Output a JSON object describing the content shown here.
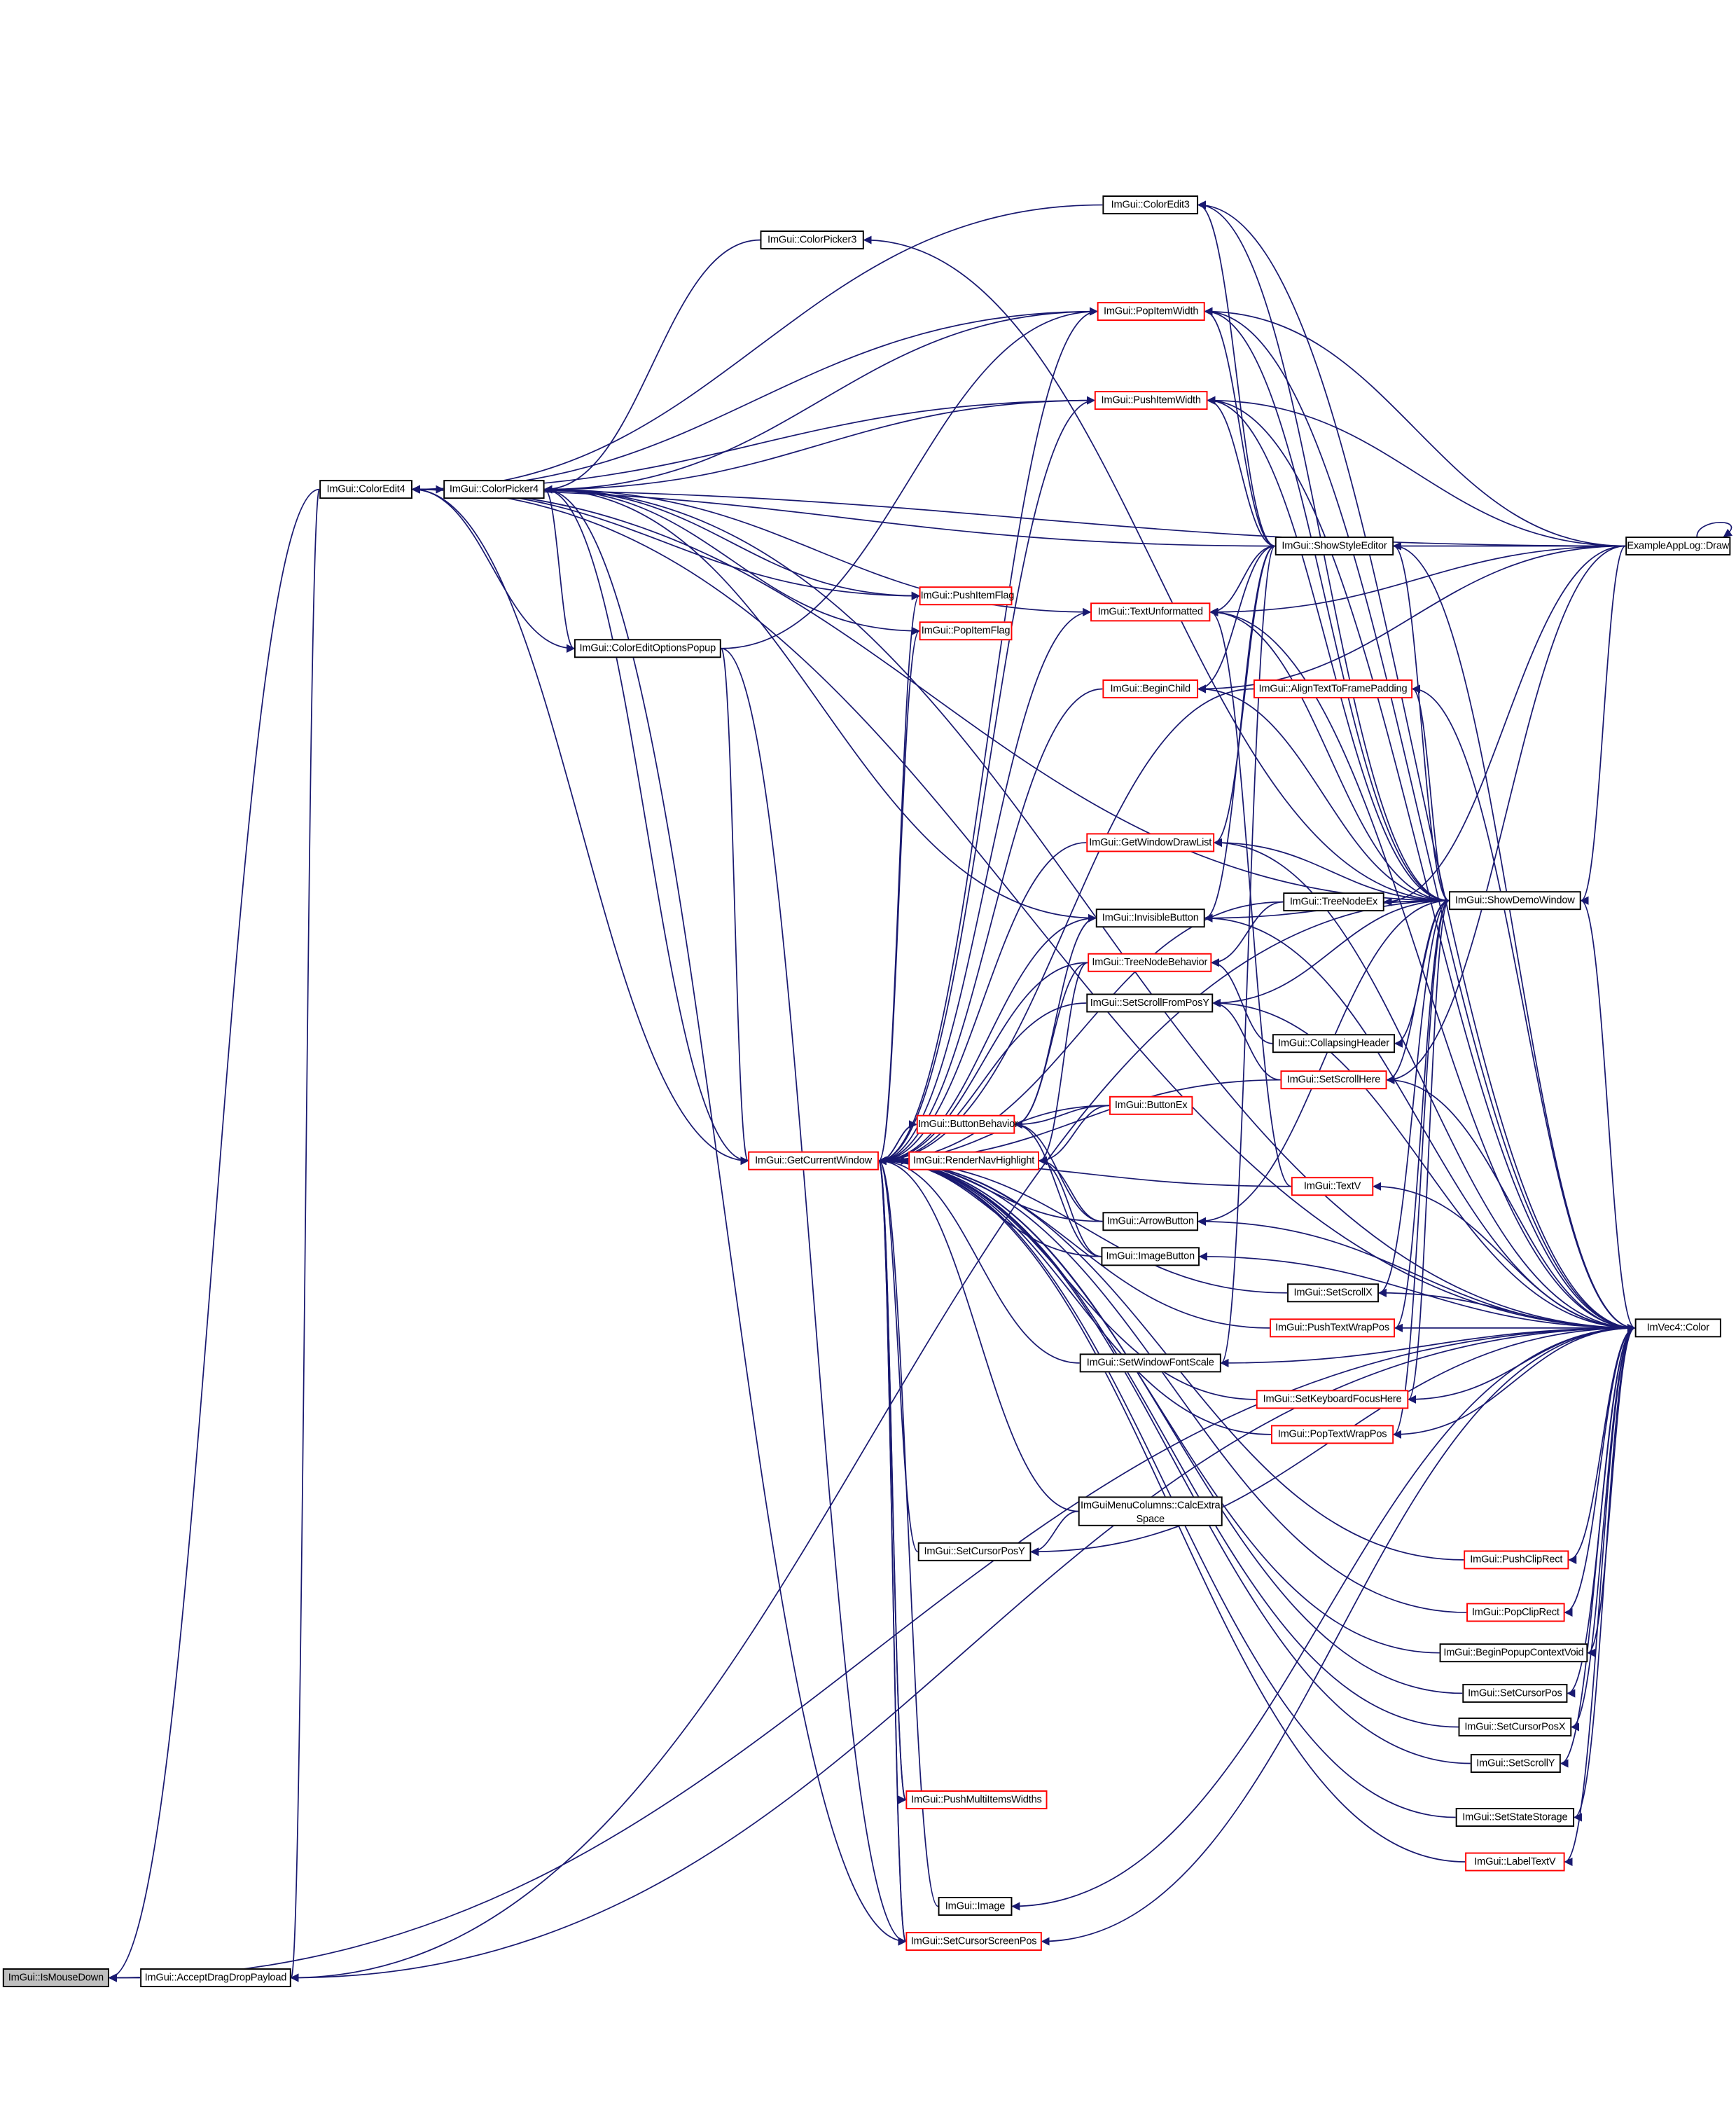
{
  "title": "ImGui::IsMouseDown caller graph",
  "colors": {
    "edge": "#191970",
    "border": "#000000",
    "incomplete_border": "#ff0000",
    "focus_fill": "#bfbfbf"
  },
  "nodes": {
    "IsMouseDown": "ImGui::IsMouseDown",
    "AcceptDragDropPayload": "ImGui::AcceptDragDropPayload",
    "ColorEdit4": "ImGui::ColorEdit4",
    "ColorPicker4": "ImGui::ColorPicker4",
    "ColorPicker3": "ImGui::ColorPicker3",
    "ColorEditOptionsPopup": "ImGui::ColorEditOptionsPopup",
    "GetCurrentWindow": "ImGui::GetCurrentWindow",
    "ColorEdit3": "ImGui::ColorEdit3",
    "PopItemWidth": "ImGui::PopItemWidth",
    "PushItemWidth": "ImGui::PushItemWidth",
    "PushItemFlag": "ImGui::PushItemFlag",
    "PopItemFlag": "ImGui::PopItemFlag",
    "TextUnformatted": "ImGui::TextUnformatted",
    "BeginChild": "ImGui::BeginChild",
    "GetWindowDrawList": "ImGui::GetWindowDrawList",
    "InvisibleButton": "ImGui::InvisibleButton",
    "TreeNodeBehavior": "ImGui::TreeNodeBehavior",
    "SetScrollFromPosY": "ImGui::SetScrollFromPosY",
    "ButtonEx": "ImGui::ButtonEx",
    "ButtonBehavior": "ImGui::ButtonBehavior",
    "RenderNavHighlight": "ImGui::RenderNavHighlight",
    "ArrowButton": "ImGui::ArrowButton",
    "ImageButton": "ImGui::ImageButton",
    "ShowStyleEditor": "ImGui::ShowStyleEditor",
    "AlignTextToFramePadding": "ImGui::AlignTextToFramePadding",
    "TreeNodeEx": "ImGui::TreeNodeEx",
    "CollapsingHeader": "ImGui::CollapsingHeader",
    "SetScrollHere": "ImGui::SetScrollHere",
    "TextV": "ImGui::TextV",
    "SetScrollX": "ImGui::SetScrollX",
    "PushTextWrapPos": "ImGui::PushTextWrapPos",
    "SetWindowFontScale": "ImGui::SetWindowFontScale",
    "SetKeyboardFocusHere": "ImGui::SetKeyboardFocusHere",
    "PopTextWrapPos": "ImGui::PopTextWrapPos",
    "CalcExtraSpace": "ImGuiMenuColumns::CalcExtra Space",
    "SetCursorPosY": "ImGui::SetCursorPosY",
    "PushClipRect": "ImGui::PushClipRect",
    "PopClipRect": "ImGui::PopClipRect",
    "BeginPopupContextVoid": "ImGui::BeginPopupContextVoid",
    "SetCursorPos": "ImGui::SetCursorPos",
    "SetCursorPosX": "ImGui::SetCursorPosX",
    "SetScrollY": "ImGui::SetScrollY",
    "PushMultiItemsWidths": "ImGui::PushMultiItemsWidths",
    "SetStateStorage": "ImGui::SetStateStorage",
    "LabelTextV": "ImGui::LabelTextV",
    "Image": "ImGui::Image",
    "SetCursorScreenPos": "ImGui::SetCursorScreenPos",
    "ShowDemoWindow": "ImGui::ShowDemoWindow",
    "ExampleAppLogDraw": "ExampleAppLog::Draw",
    "ImVec4Color": "ImVec4::Color"
  },
  "edges": [
    [
      "AcceptDragDropPayload",
      "IsMouseDown"
    ],
    [
      "ColorEdit4",
      "IsMouseDown"
    ],
    [
      "ImVec4Color",
      "IsMouseDown"
    ],
    [
      "ColorEdit4",
      "AcceptDragDropPayload"
    ],
    [
      "ImVec4Color",
      "AcceptDragDropPayload"
    ],
    [
      "ShowDemoWindow",
      "AcceptDragDropPayload"
    ],
    [
      "ColorPicker4",
      "ColorEdit4"
    ],
    [
      "ColorEdit4",
      "ColorPicker4"
    ],
    [
      "ColorEdit3",
      "ColorEdit4"
    ],
    [
      "ShowStyleEditor",
      "ColorEdit4"
    ],
    [
      "ExampleAppLogDraw",
      "ColorEdit4"
    ],
    [
      "ShowDemoWindow",
      "ColorEdit4"
    ],
    [
      "ImVec4Color",
      "ColorEdit4"
    ],
    [
      "ColorPicker3",
      "ColorPicker4"
    ],
    [
      "ShowDemoWindow",
      "ColorPicker3"
    ],
    [
      "ColorEdit4",
      "ColorEditOptionsPopup"
    ],
    [
      "ColorPicker4",
      "ColorEditOptionsPopup"
    ],
    [
      "ColorEdit4",
      "PopItemWidth"
    ],
    [
      "ColorPicker4",
      "PopItemWidth"
    ],
    [
      "ColorEditOptionsPopup",
      "PopItemWidth"
    ],
    [
      "ColorEdit4",
      "PushItemWidth"
    ],
    [
      "ColorPicker4",
      "PushItemWidth"
    ],
    [
      "ColorEdit4",
      "GetCurrentWindow"
    ],
    [
      "ColorPicker4",
      "GetCurrentWindow"
    ],
    [
      "ColorEditOptionsPopup",
      "GetCurrentWindow"
    ],
    [
      "ColorPicker4",
      "PushItemFlag"
    ],
    [
      "ColorPicker4",
      "PopItemFlag"
    ],
    [
      "ColorEdit4",
      "PushItemFlag"
    ],
    [
      "ColorPicker4",
      "TextUnformatted"
    ],
    [
      "ColorPicker4",
      "InvisibleButton"
    ],
    [
      "ColorPicker4",
      "SetCursorScreenPos"
    ],
    [
      "ColorEditOptionsPopup",
      "SetCursorScreenPos"
    ],
    [
      "ColorPicker4",
      "ImVec4Color"
    ],
    [
      "ShowStyleEditor",
      "ColorEdit3"
    ],
    [
      "ShowDemoWindow",
      "ColorEdit3"
    ],
    [
      "ImVec4Color",
      "ColorEdit3"
    ],
    [
      "ShowStyleEditor",
      "PopItemWidth"
    ],
    [
      "ShowDemoWindow",
      "PopItemWidth"
    ],
    [
      "ExampleAppLogDraw",
      "PopItemWidth"
    ],
    [
      "ImVec4Color",
      "PopItemWidth"
    ],
    [
      "ShowStyleEditor",
      "PushItemWidth"
    ],
    [
      "ShowDemoWindow",
      "PushItemWidth"
    ],
    [
      "ExampleAppLogDraw",
      "PushItemWidth"
    ],
    [
      "ImVec4Color",
      "PushItemWidth"
    ],
    [
      "ShowStyleEditor",
      "TextUnformatted"
    ],
    [
      "ShowDemoWindow",
      "TextUnformatted"
    ],
    [
      "ExampleAppLogDraw",
      "TextUnformatted"
    ],
    [
      "ImVec4Color",
      "TextUnformatted"
    ],
    [
      "TextV",
      "TextUnformatted"
    ],
    [
      "ShowStyleEditor",
      "BeginChild"
    ],
    [
      "ShowDemoWindow",
      "BeginChild"
    ],
    [
      "ExampleAppLogDraw",
      "BeginChild"
    ],
    [
      "ShowDemoWindow",
      "AlignTextToFramePadding"
    ],
    [
      "ImVec4Color",
      "AlignTextToFramePadding"
    ],
    [
      "ShowDemoWindow",
      "GetWindowDrawList"
    ],
    [
      "ImVec4Color",
      "GetWindowDrawList"
    ],
    [
      "ShowStyleEditor",
      "GetWindowDrawList"
    ],
    [
      "ShowStyleEditor",
      "InvisibleButton"
    ],
    [
      "ShowDemoWindow",
      "InvisibleButton"
    ],
    [
      "ImVec4Color",
      "InvisibleButton"
    ],
    [
      "ShowDemoWindow",
      "TreeNodeEx"
    ],
    [
      "ExampleAppLogDraw",
      "TreeNodeEx"
    ],
    [
      "TreeNodeEx",
      "TreeNodeBehavior"
    ],
    [
      "CollapsingHeader",
      "TreeNodeBehavior"
    ],
    [
      "SetScrollHere",
      "SetScrollFromPosY"
    ],
    [
      "ShowDemoWindow",
      "SetScrollFromPosY"
    ],
    [
      "ImVec4Color",
      "SetScrollFromPosY"
    ],
    [
      "ShowDemoWindow",
      "CollapsingHeader"
    ],
    [
      "ShowDemoWindow",
      "SetScrollHere"
    ],
    [
      "ExampleAppLogDraw",
      "SetScrollHere"
    ],
    [
      "ImVec4Color",
      "SetScrollHere"
    ],
    [
      "ButtonEx",
      "ButtonBehavior"
    ],
    [
      "ButtonEx",
      "RenderNavHighlight"
    ],
    [
      "ArrowButton",
      "ButtonBehavior"
    ],
    [
      "ArrowButton",
      "RenderNavHighlight"
    ],
    [
      "ImageButton",
      "ButtonBehavior"
    ],
    [
      "ImageButton",
      "RenderNavHighlight"
    ],
    [
      "TreeNodeBehavior",
      "ButtonBehavior"
    ],
    [
      "TreeNodeBehavior",
      "RenderNavHighlight"
    ],
    [
      "InvisibleButton",
      "ButtonBehavior"
    ],
    [
      "ButtonBehavior",
      "GetCurrentWindow"
    ],
    [
      "GetCurrentWindow",
      "ButtonBehavior"
    ],
    [
      "RenderNavHighlight",
      "GetCurrentWindow"
    ],
    [
      "GetCurrentWindow",
      "RenderNavHighlight"
    ],
    [
      "ShowDemoWindow",
      "ArrowButton"
    ],
    [
      "ImVec4Color",
      "ArrowButton"
    ],
    [
      "ImVec4Color",
      "ImageButton"
    ],
    [
      "ImVec4Color",
      "TextV"
    ],
    [
      "ShowDemoWindow",
      "SetScrollX"
    ],
    [
      "ImVec4Color",
      "SetScrollX"
    ],
    [
      "ShowDemoWindow",
      "PushTextWrapPos"
    ],
    [
      "ImVec4Color",
      "PushTextWrapPos"
    ],
    [
      "ShowStyleEditor",
      "SetWindowFontScale"
    ],
    [
      "ImVec4Color",
      "SetWindowFontScale"
    ],
    [
      "ShowDemoWindow",
      "SetKeyboardFocusHere"
    ],
    [
      "ImVec4Color",
      "SetKeyboardFocusHere"
    ],
    [
      "ShowDemoWindow",
      "PopTextWrapPos"
    ],
    [
      "ImVec4Color",
      "PopTextWrapPos"
    ],
    [
      "CalcExtraSpace",
      "SetCursorPosY"
    ],
    [
      "ImVec4Color",
      "SetCursorPosY"
    ],
    [
      "ImVec4Color",
      "PushClipRect"
    ],
    [
      "ImVec4Color",
      "PopClipRect"
    ],
    [
      "ImVec4Color",
      "BeginPopupContextVoid"
    ],
    [
      "ImVec4Color",
      "SetCursorPos"
    ],
    [
      "ImVec4Color",
      "SetCursorPosX"
    ],
    [
      "ImVec4Color",
      "SetScrollY"
    ],
    [
      "ImVec4Color",
      "SetStateStorage"
    ],
    [
      "ImVec4Color",
      "LabelTextV"
    ],
    [
      "ImVec4Color",
      "Image"
    ],
    [
      "ImVec4Color",
      "SetCursorScreenPos"
    ],
    [
      "ShowDemoWindow",
      "ShowStyleEditor"
    ],
    [
      "ExampleAppLogDraw",
      "ShowStyleEditor"
    ],
    [
      "ImVec4Color",
      "ShowStyleEditor"
    ],
    [
      "ExampleAppLogDraw",
      "ShowDemoWindow"
    ],
    [
      "ImVec4Color",
      "ShowDemoWindow"
    ],
    [
      "ExampleAppLogDraw",
      "ExampleAppLogDraw"
    ],
    [
      "PopItemWidth",
      "GetCurrentWindow"
    ],
    [
      "PushItemWidth",
      "GetCurrentWindow"
    ],
    [
      "PushItemFlag",
      "GetCurrentWindow"
    ],
    [
      "PopItemFlag",
      "GetCurrentWindow"
    ],
    [
      "TextUnformatted",
      "GetCurrentWindow"
    ],
    [
      "BeginChild",
      "GetCurrentWindow"
    ],
    [
      "AlignTextToFramePadding",
      "GetCurrentWindow"
    ],
    [
      "GetWindowDrawList",
      "GetCurrentWindow"
    ],
    [
      "InvisibleButton",
      "GetCurrentWindow"
    ],
    [
      "TreeNodeEx",
      "GetCurrentWindow"
    ],
    [
      "TreeNodeBehavior",
      "GetCurrentWindow"
    ],
    [
      "SetScrollFromPosY",
      "GetCurrentWindow"
    ],
    [
      "ButtonEx",
      "GetCurrentWindow"
    ],
    [
      "SetScrollHere",
      "GetCurrentWindow"
    ],
    [
      "ArrowButton",
      "GetCurrentWindow"
    ],
    [
      "ImageButton",
      "GetCurrentWindow"
    ],
    [
      "TextV",
      "GetCurrentWindow"
    ],
    [
      "SetScrollX",
      "GetCurrentWindow"
    ],
    [
      "PushTextWrapPos",
      "GetCurrentWindow"
    ],
    [
      "SetWindowFontScale",
      "GetCurrentWindow"
    ],
    [
      "SetKeyboardFocusHere",
      "GetCurrentWindow"
    ],
    [
      "PopTextWrapPos",
      "GetCurrentWindow"
    ],
    [
      "CalcExtraSpace",
      "GetCurrentWindow"
    ],
    [
      "SetCursorPosY",
      "GetCurrentWindow"
    ],
    [
      "PushClipRect",
      "GetCurrentWindow"
    ],
    [
      "PopClipRect",
      "GetCurrentWindow"
    ],
    [
      "BeginPopupContextVoid",
      "GetCurrentWindow"
    ],
    [
      "SetCursorPos",
      "GetCurrentWindow"
    ],
    [
      "SetCursorPosX",
      "GetCurrentWindow"
    ],
    [
      "SetScrollY",
      "GetCurrentWindow"
    ],
    [
      "PushMultiItemsWidths",
      "GetCurrentWindow"
    ],
    [
      "SetStateStorage",
      "GetCurrentWindow"
    ],
    [
      "LabelTextV",
      "GetCurrentWindow"
    ],
    [
      "Image",
      "GetCurrentWindow"
    ],
    [
      "SetCursorScreenPos",
      "GetCurrentWindow"
    ],
    [
      "GetCurrentWindow",
      "PushMultiItemsWidths"
    ],
    [
      "GetCurrentWindow",
      "SetCursorScreenPos"
    ]
  ]
}
